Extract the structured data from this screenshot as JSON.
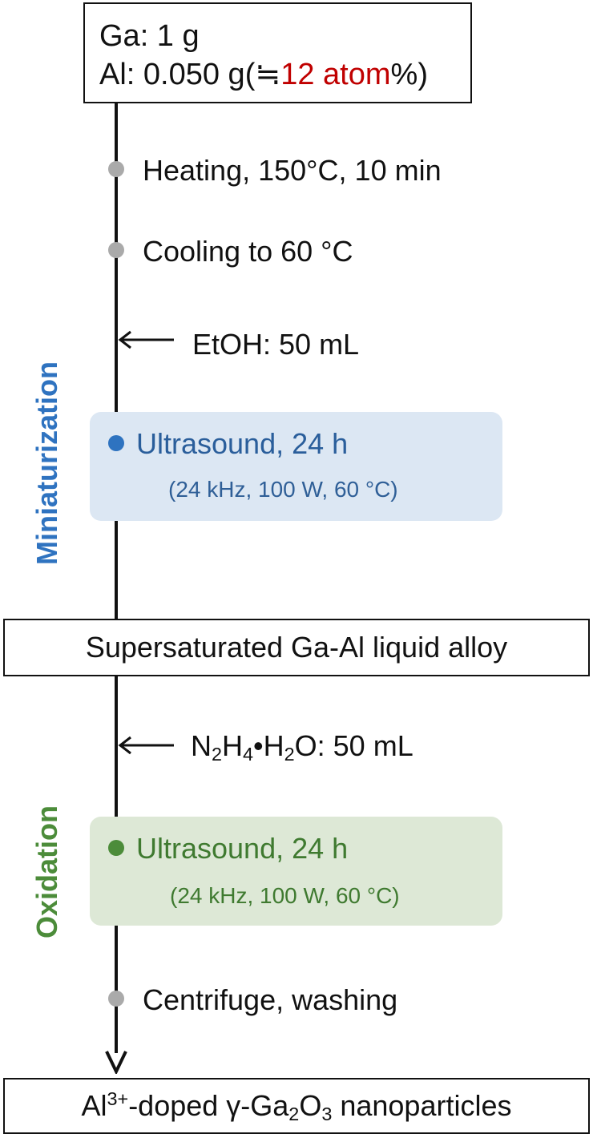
{
  "start_box": {
    "line1": "Ga: 1 g",
    "line2_prefix": "Al: 0.050 g(≒",
    "line2_highlight": "12 atom",
    "line2_suffix": "%)"
  },
  "steps": {
    "heating": "Heating, 150°C, 10 min",
    "cooling": "Cooling to 60 °C",
    "etoh": "EtOH: 50 mL",
    "ultrasound1": "Ultrasound, 24 h",
    "ultrasound1_params": "(24 kHz, 100 W, 60 °C)",
    "hydrazine_n": "N",
    "hydrazine_n_sub": "2",
    "hydrazine_h": "H",
    "hydrazine_h_sub": "4",
    "hydrazine_dot": "•H",
    "hydrazine_h2_sub": "2",
    "hydrazine_rest": "O: 50 mL",
    "ultrasound2": "Ultrasound, 24 h",
    "ultrasound2_params": "(24 kHz, 100 W, 60 °C)",
    "centrifuge": "Centrifuge, washing"
  },
  "mid_box": "Supersaturated Ga-Al liquid alloy",
  "end_box": {
    "al": "Al",
    "charge": "3+",
    "doped": "-doped γ-Ga",
    "ga_sub": "2",
    "o": "O",
    "o_sub": "3",
    "rest": " nanoparticles"
  },
  "stage_labels": {
    "miniaturization": "Miniaturization",
    "oxidation": "Oxidation"
  },
  "colors": {
    "miniaturization": "#2f73c0",
    "oxidation": "#4c8c3a",
    "highlight": "#c00000",
    "grey_dot": "#aaaaaa"
  }
}
